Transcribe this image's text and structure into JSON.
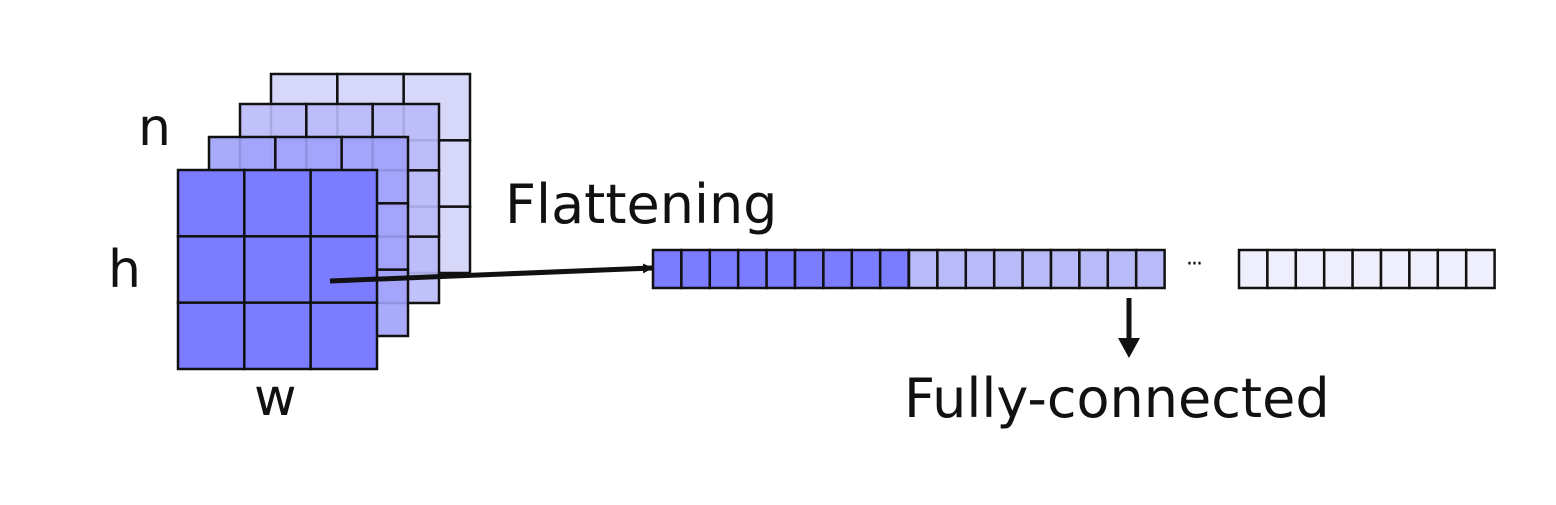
{
  "labels": {
    "depth": "n",
    "height": "h",
    "width": "w",
    "flatten": "Flattening",
    "fully_connected": "Fully-connected",
    "ellipsis": "···"
  },
  "feature_maps": {
    "count": 4,
    "grid": 3,
    "colors": [
      "#7b7cff",
      "#a0a1fa",
      "#b9baf8",
      "#d3d3fa"
    ]
  },
  "flattened_vector": {
    "segments": [
      {
        "cells": 9,
        "color": "#7b7cff"
      },
      {
        "cells": 9,
        "color": "#b9baf8"
      },
      {
        "cells": 9,
        "color": "#eeeefd"
      }
    ]
  }
}
